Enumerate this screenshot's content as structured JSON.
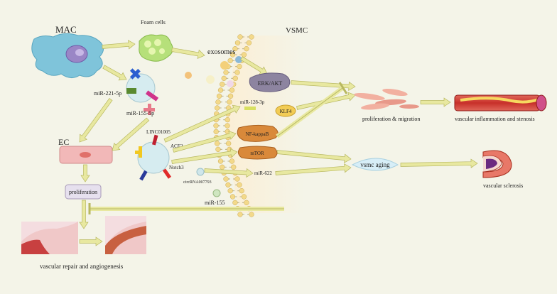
{
  "labels": {
    "mac": "MAC",
    "foam_cells": "Foam cells",
    "exosomes": "exosomes",
    "vsmc": "VSMC",
    "mir_221_5p": "miR-221-5p",
    "mir_155_5p": "miR-155-5p",
    "ec": "EC",
    "proliferation": "proliferation",
    "linc01005": "LINC01005",
    "ace2": "ACE2",
    "notch3": "Notch3",
    "circrna": "circRNA007793",
    "mir_155": "miR-155",
    "mir_128_3p": "miR-128-3p",
    "erk_akt": "ERK/AKT",
    "klf4": "KLF4",
    "nf_kappab": "NF-kappaB",
    "mtor": "mTOR",
    "mir_622": "miR-622",
    "vsmc_aging": "vsmc aging",
    "proliferation_migration": "proliferation & migration",
    "vascular_inflammation": "vascular inflammation and stenosis",
    "vascular_sclerosis": "vascular sclerosis",
    "vascular_repair": "vascular repair and angiogenesis"
  },
  "colors": {
    "background": "#f4f4e8",
    "vsmc_zone": "#fbf1dc",
    "arrow": "#e8e8a0",
    "arrow_stroke": "#b8b860",
    "mac_cell": "#7fc4da",
    "foam_cell": "#b6e07a",
    "exosome_cell": "#d6ecf0",
    "ec_cell": "#f2b8b8",
    "erk_akt": "#8d84a0",
    "klf4": "#f2cc55",
    "nf_kappab": "#d9893a",
    "mtor": "#d9893a",
    "aging": "#d7eef7",
    "membrane_head": "#f3d98a",
    "membrane_tail": "#b9b08a"
  }
}
